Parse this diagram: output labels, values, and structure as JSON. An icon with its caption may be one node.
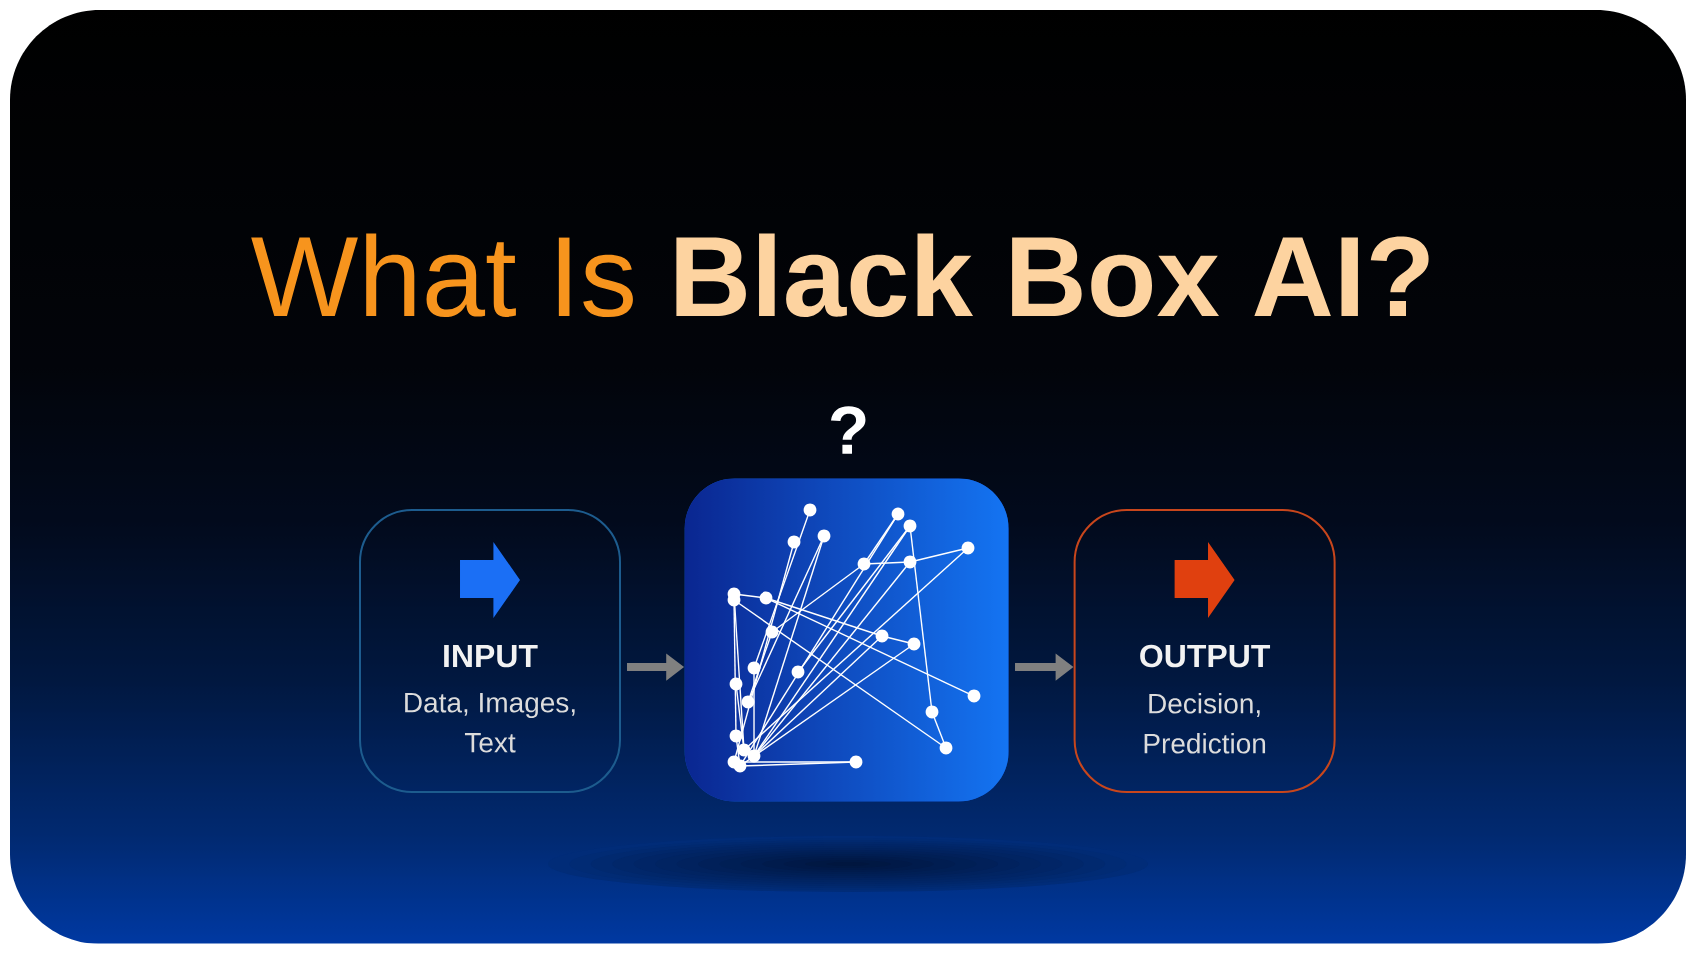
{
  "diagram": {
    "title": "What Is **Black Box AI?**",
    "nodes": [
      {
        "text": [
          "INPUT",
          "Data, Images, Text"
        ]
      },
      {
        "text": [
          "?"
        ]
      },
      {
        "text": [
          "OUTPUT",
          "Decision, Prediction"
        ]
      }
    ],
    "edges": [
      {
        "from": 0,
        "to": 1,
        "arrow": "to"
      },
      {
        "from": 1,
        "to": 2,
        "arrow": "to"
      }
    ]
  }
}
